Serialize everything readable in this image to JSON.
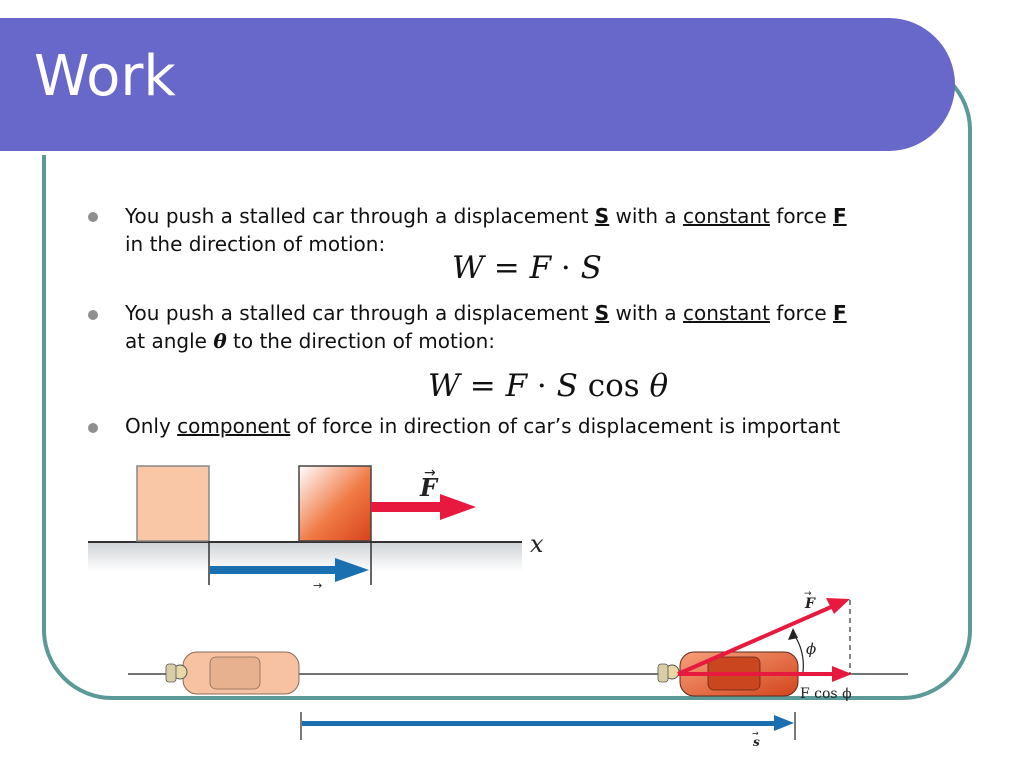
{
  "slide": {
    "title": "Work"
  },
  "bullets": [
    {
      "pre": "You push a stalled car through a displacement ",
      "s": "S",
      "mid": " with a ",
      "constant": "constant",
      "force": " force ",
      "f": "F",
      "line2": "in the direction of motion:"
    },
    {
      "pre": "You push a stalled car through a displacement ",
      "s": "S",
      "mid": " with a ",
      "constant": "constant",
      "force": " force ",
      "f": "F",
      "line2a": "at angle ",
      "theta": "θ",
      "line2b": "  to the direction of motion:"
    },
    {
      "pre": "Only ",
      "component": "component",
      "post": " of force in direction of car’s displacement is important"
    }
  ],
  "formulas": {
    "f1": {
      "w": "W",
      "eq": " = ",
      "f": "F",
      "dot": " · ",
      "s": "S"
    },
    "f2": {
      "w": "W",
      "eq": " = ",
      "f": "F",
      "dot": " · ",
      "s": "S",
      "cos": " cos ",
      "theta": "θ"
    }
  },
  "diagram1": {
    "force_label": "F",
    "axis_label": "x",
    "displacement_label": "→",
    "colors": {
      "force": "#e8193f",
      "displacement": "#1a6fb0",
      "box_light": "#f9c6a6",
      "box_dark": "#e8542a"
    }
  },
  "diagram2": {
    "force_label": "F",
    "angle_label": "ϕ",
    "component_label": "F cos ϕ",
    "displacement_label": "s",
    "colors": {
      "force": "#e8193f",
      "displacement": "#1a6fb0",
      "car_light": "#f6c2a2",
      "car_dark": "#e4552b"
    }
  }
}
